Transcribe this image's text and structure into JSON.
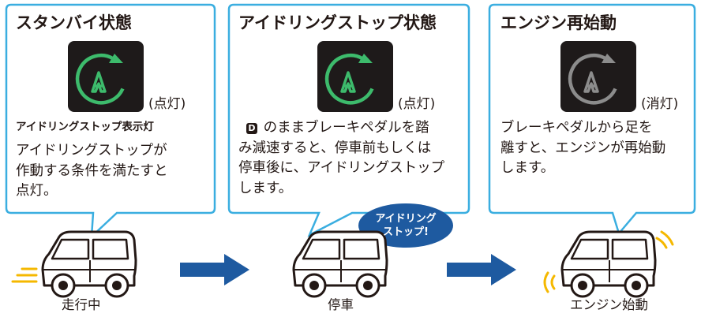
{
  "panels": [
    {
      "title": "スタンバイ状態",
      "lamp_state": "(点灯)",
      "lamp_label": "アイドリングストップ表示灯",
      "lines": [
        "アイドリングストップが",
        "作動する条件を満たすと",
        "点灯。"
      ],
      "icon": "auto-stop-start-lamp-icon",
      "icon_color": "#3dbb6c"
    },
    {
      "title": "アイドリングストップ状態",
      "lamp_state": "(点灯)",
      "key_label": "D",
      "lines": [
        "のままブレーキペダルを踏",
        "み減速すると、停車前もしくは",
        "停車後に、アイドリングストップ",
        "します。"
      ],
      "icon": "auto-stop-start-lamp-icon",
      "icon_color": "#3dbb6c"
    },
    {
      "title": "エンジン再始動",
      "lamp_state": "(消灯)",
      "lines": [
        "ブレーキペダルから足を",
        "離すと、エンジンが再始動",
        "します。"
      ],
      "icon": "auto-stop-start-lamp-icon",
      "icon_color": "#8c8c8c"
    }
  ],
  "bubble": {
    "lines": [
      "アイドリング",
      "ストップ!"
    ]
  },
  "cars": [
    {
      "caption": "走行中",
      "icon": "car-driving-icon"
    },
    {
      "caption": "停車",
      "icon": "car-stopped-icon"
    },
    {
      "caption": "エンジン始動",
      "icon": "car-engine-start-icon"
    }
  ],
  "colors": {
    "panel_border": "#3aaee0",
    "arrow": "#1e5aa0",
    "bubble": "#1e5aa0",
    "motion_lines": "#f5b800",
    "lamp_bg": "#1e1a1a"
  }
}
